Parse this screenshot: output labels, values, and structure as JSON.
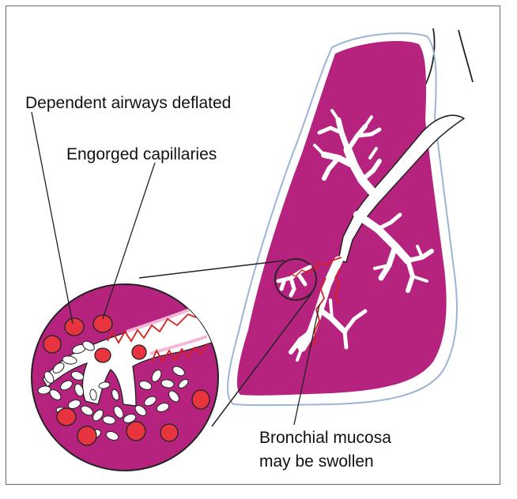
{
  "labels": {
    "dependent_airways": "Dependent airways deflated",
    "engorged_capillaries": "Engorged capillaries",
    "bronchial_mucosa_line1": "Bronchial mucosa",
    "bronchial_mucosa_line2": "may be swollen"
  },
  "colors": {
    "lung_tissue": "#b5237f",
    "pleura_outline": "#9db3d8",
    "capillary_red": "#e8343f",
    "airway_white": "#ffffff",
    "swollen_mucosa_red": "#d62020",
    "leader_line": "#222222",
    "frame_border": "#6a6a6a"
  }
}
